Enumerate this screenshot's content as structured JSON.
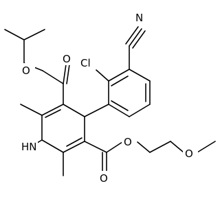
{
  "structure": {
    "atoms": {
      "nitrile_n": "N",
      "chlorine": "Cl",
      "ester_top_o_single": "O",
      "ester_top_o_double": "O",
      "ring_nh": "HN",
      "ester_bottom_o_double": "O",
      "ester_bottom_o_single": "O",
      "ether_o": "O"
    }
  }
}
